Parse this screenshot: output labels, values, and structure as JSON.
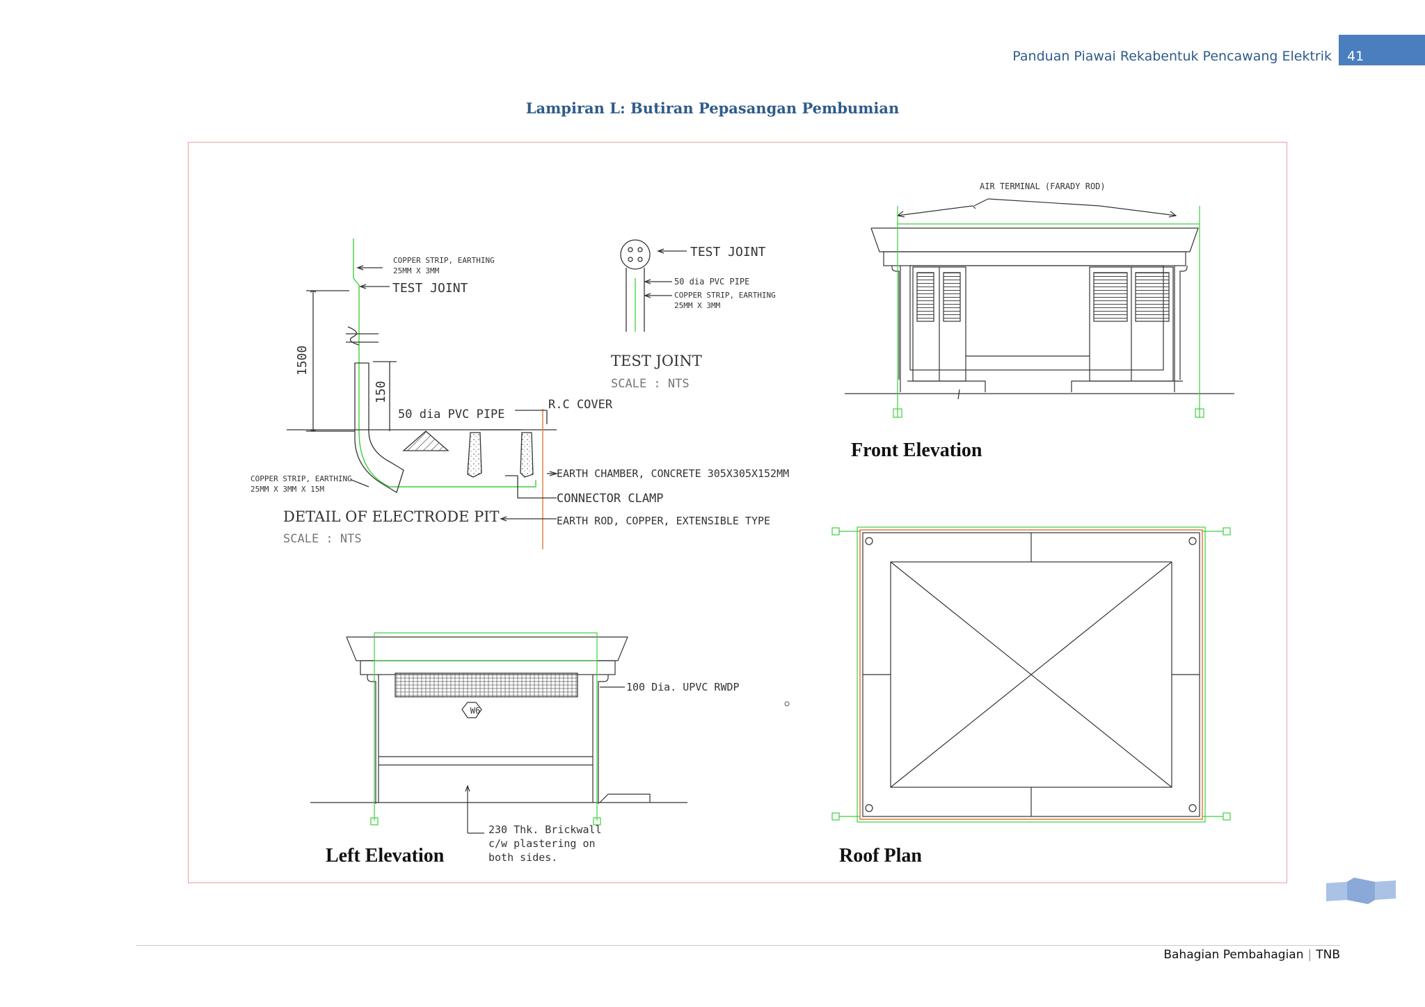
{
  "header": {
    "doc_title": "Panduan Piawai Rekabentuk Pencawang Elektrik",
    "page_number": "41"
  },
  "appendix_title": "Lampiran L: Butiran Pepasangan Pembumian",
  "electrode_pit": {
    "copper_strip_top_1": "COPPER STRIP, EARTHING",
    "copper_strip_top_2": "25MM X 3MM",
    "test_joint": "TEST JOINT",
    "dim_1500": "1500",
    "dim_150": "150",
    "pvc_pipe": "50 dia PVC PIPE",
    "rc_cover": "R.C COVER",
    "copper_strip_bottom_1": "COPPER STRIP, EARTHING",
    "copper_strip_bottom_2": "25MM X 3MM X 15M",
    "earth_chamber": "EARTH CHAMBER, CONCRETE 305X305X152MM",
    "connector_clamp": "CONNECTOR CLAMP",
    "earth_rod": "EARTH ROD, COPPER, EXTENSIBLE TYPE",
    "title": "DETAIL OF ELECTRODE PIT",
    "scale": "SCALE : NTS"
  },
  "test_joint_detail": {
    "test_joint": "TEST JOINT",
    "pvc_pipe": "50 dia PVC PIPE",
    "copper_strip_1": "COPPER STRIP, EARTHING",
    "copper_strip_2": "25MM X 3MM",
    "title": "TEST JOINT",
    "scale": "SCALE : NTS"
  },
  "front_elevation": {
    "air_terminal": "AIR TERMINAL (FARADY ROD)",
    "title": "Front Elevation"
  },
  "left_elevation": {
    "window_tag": "W6",
    "rwdp": "100 Dia. UPVC RWDP",
    "brickwall_1": "230 Thk. Brickwall",
    "brickwall_2": "c/w plastering on",
    "brickwall_3": "both sides.",
    "title": "Left Elevation"
  },
  "roof_plan": {
    "title": "Roof Plan"
  },
  "footer": {
    "division": "Bahagian Pembahagian",
    "company": "TNB"
  },
  "colors": {
    "heading": "#2f5b8a",
    "page_badge": "#4a7ebd",
    "earthing_green": "#3ecf3e",
    "frame_red": "#e8a0a0",
    "rod_orange": "#e07a3a"
  }
}
